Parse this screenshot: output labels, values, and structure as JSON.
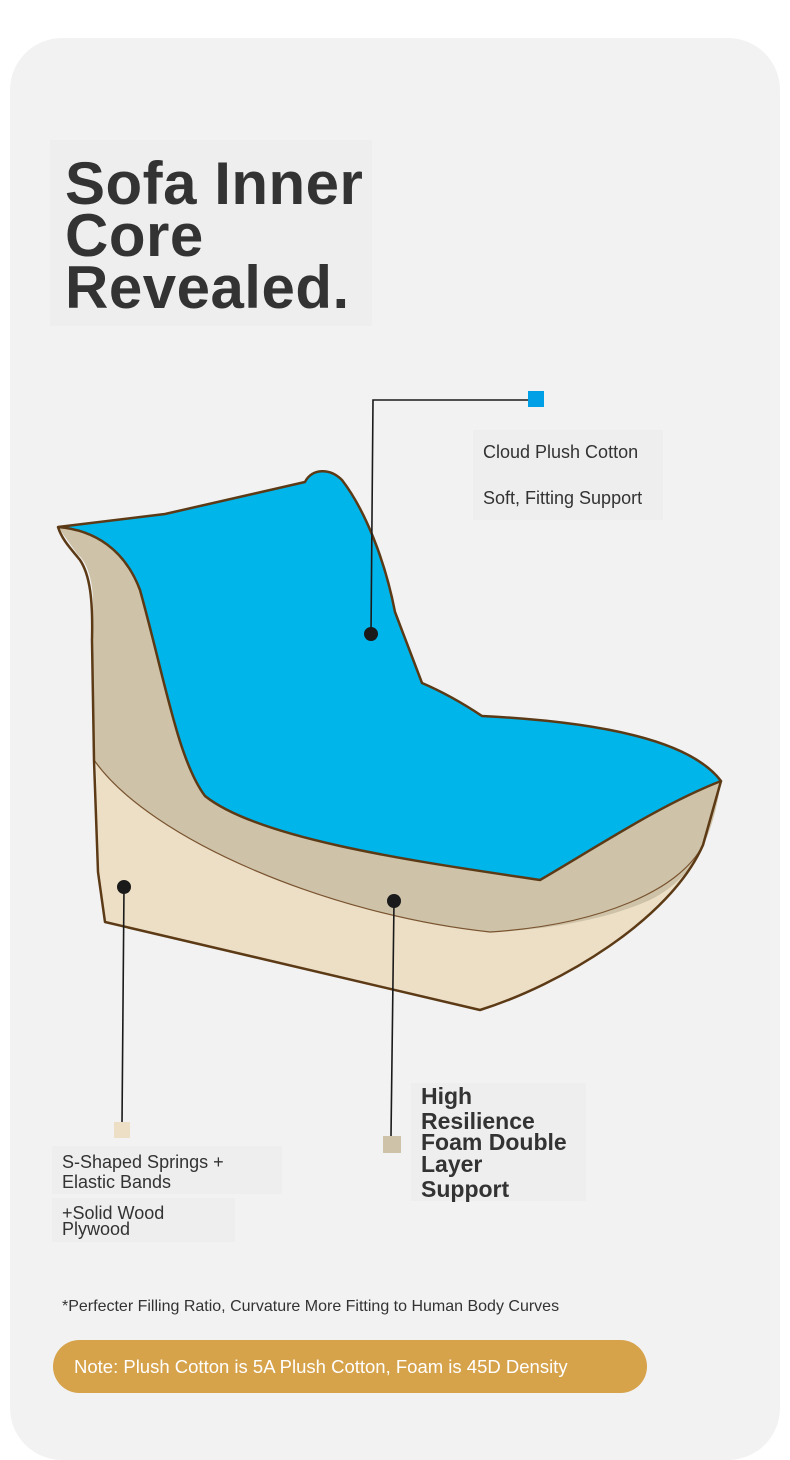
{
  "title": {
    "lines": [
      "Sofa Inner",
      "Core",
      "Revealed."
    ]
  },
  "callouts": {
    "cotton": {
      "name": "Cloud Plush Cotton",
      "desc": "Soft, Fitting Support"
    },
    "springs": {
      "lines": [
        "S-Shaped Springs +",
        "Elastic Bands",
        "+Solid Wood",
        "Plywood"
      ]
    },
    "foam": {
      "lines": [
        "High",
        "Resilience",
        "Foam Double",
        "Layer",
        "Support"
      ]
    }
  },
  "footnote": "*Perfecter Filling Ratio, Curvature More Fitting to Human Body Curves",
  "note": "Note: Plush Cotton is 5A Plush Cotton, Foam is 45D Density",
  "colors": {
    "card_bg": "#f2f2f2",
    "cotton_blue": "#00b5ea",
    "foam_tan": "#cec2a8",
    "base_beige": "#ecdfc6",
    "outline_brown": "#5c3a16",
    "note_gold": "#d6a24a",
    "text_dark": "#333333"
  }
}
